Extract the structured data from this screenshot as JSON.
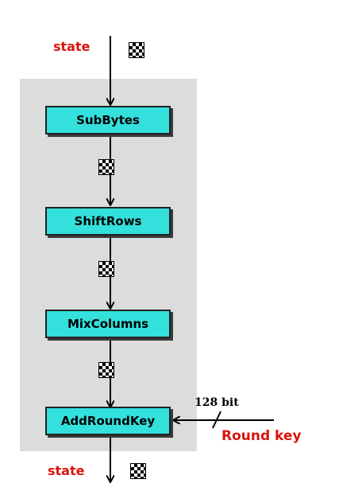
{
  "input_label": "state",
  "output_label": "state",
  "steps": [
    "SubBytes",
    "ShiftRows",
    "MixColumns",
    "AddRoundKey"
  ],
  "key_label": "Round key",
  "key_width_label": "128 bit",
  "colors": {
    "box_fill": "#33e0dc",
    "label_red": "#d9140a",
    "panel": "#dcdcdc"
  },
  "icons": [
    "state-matrix-icon"
  ]
}
